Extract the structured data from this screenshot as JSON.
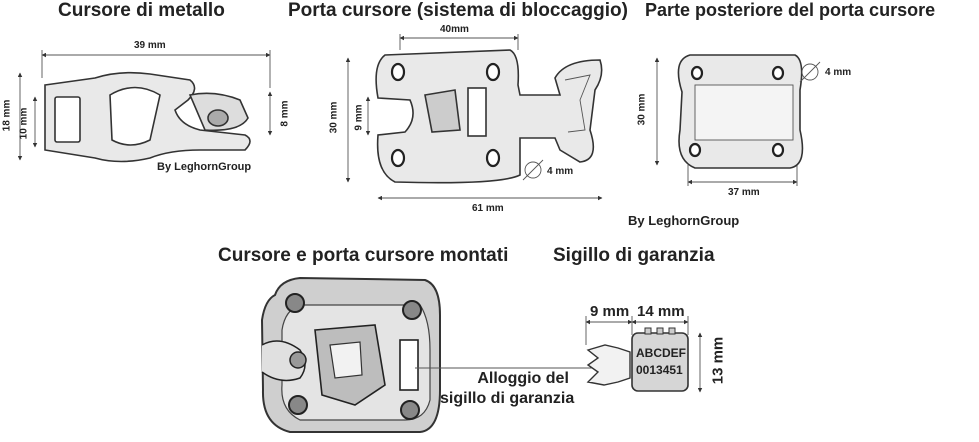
{
  "titles": {
    "slider": "Cursore di metallo",
    "holder": "Porta cursore (sistema di bloccaggio)",
    "back": "Parte posteriore del porta cursore",
    "assembled": "Cursore e porta cursore montati",
    "seal": "Sigillo di garanzia"
  },
  "slider": {
    "width": "39 mm",
    "height_outer": "18 mm",
    "height_inner": "10 mm",
    "height_right": "8 mm",
    "credit": "By LeghornGroup"
  },
  "holder": {
    "top_width": "40mm",
    "height": "30 mm",
    "slot_height": "9 mm",
    "hole_diameter": "4 mm",
    "total_width": "61 mm"
  },
  "back": {
    "height": "30 mm",
    "width": "37 mm",
    "hole_diameter": "4 mm",
    "credit": "By LeghornGroup"
  },
  "seal": {
    "left_width": "9 mm",
    "right_width": "14 mm",
    "height": "13 mm",
    "code_line1": "ABCDEF",
    "code_line2": "0013451"
  },
  "assembled": {
    "caption_line1": "Alloggio del",
    "caption_line2": "sigillo di garanzia"
  }
}
